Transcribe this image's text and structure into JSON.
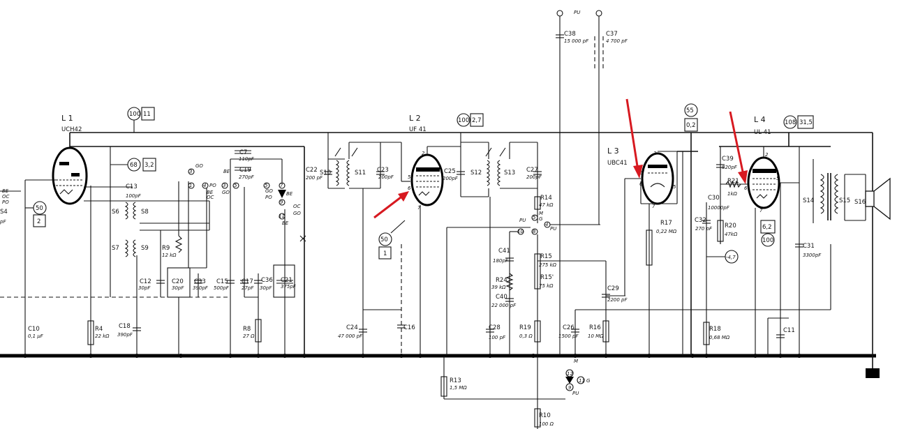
{
  "tubes": {
    "l1": {
      "name": "L 1",
      "type": "UCH42"
    },
    "l2": {
      "name": "L 2",
      "type": "UF 41"
    },
    "l3": {
      "name": "L 3",
      "type": "UBC41"
    },
    "l4": {
      "name": "L 4",
      "type": "UL 41"
    }
  },
  "bubbles": {
    "l1": {
      "volts": "100",
      "ma": "11"
    },
    "l1b": {
      "volts": "68",
      "ma": "3,2"
    },
    "l1c": {
      "volts": "50",
      "ma": "2"
    },
    "l2": {
      "volts": "100",
      "ma": "2,7"
    },
    "l2b": {
      "volts": "50",
      "ma": "1"
    },
    "l3": {
      "volts": "55",
      "ma": "0,2"
    },
    "l4": {
      "volts": "108",
      "ma": "31,5"
    },
    "l4b": {
      "volts": "6,2",
      "ma": "100"
    },
    "g47": "-4,7"
  },
  "pu_top": "PU",
  "components": [
    {
      "id": "C7",
      "val": "110pF"
    },
    {
      "id": "C19",
      "val": "270pF"
    },
    {
      "id": "C13",
      "val": "100pF"
    },
    {
      "id": "S6"
    },
    {
      "id": "S8"
    },
    {
      "id": "S7"
    },
    {
      "id": "S9"
    },
    {
      "id": "R9",
      "val": "12 kΩ"
    },
    {
      "id": "C12",
      "val": "30pF"
    },
    {
      "id": "C20",
      "val": "30pF"
    },
    {
      "id": "C33",
      "val": "390pF"
    },
    {
      "id": "C15",
      "val": "500pF"
    },
    {
      "id": "C17",
      "val": "27pF"
    },
    {
      "id": "C36",
      "val": "30pF"
    },
    {
      "id": "C21",
      "val": "375pF"
    },
    {
      "id": "C22",
      "val": "200 pF"
    },
    {
      "id": "S10"
    },
    {
      "id": "S11"
    },
    {
      "id": "C23",
      "val": "200pF"
    },
    {
      "id": "C25",
      "val": "200pF"
    },
    {
      "id": "S12"
    },
    {
      "id": "S13"
    },
    {
      "id": "C27",
      "val": "200pF"
    },
    {
      "id": "C38",
      "val": "15 000 pF"
    },
    {
      "id": "C37",
      "val": "4 700 pF"
    },
    {
      "id": "R14",
      "val": "47 kΩ"
    },
    {
      "id": "C41",
      "val": "180pF"
    },
    {
      "id": "R15",
      "val": "275 kΩ"
    },
    {
      "id": "R15'",
      "val": "75 kΩ"
    },
    {
      "id": "R24",
      "val": "39 kΩ"
    },
    {
      "id": "C40",
      "val": "22 000 pF"
    },
    {
      "id": "C29",
      "val": "2200 pF"
    },
    {
      "id": "R17",
      "val": "0,22 MΩ"
    },
    {
      "id": "C32",
      "val": "270 pF"
    },
    {
      "id": "C39",
      "val": "820pF"
    },
    {
      "id": "R21",
      "val": "1kΩ"
    },
    {
      "id": "C30",
      "val": "10000pF"
    },
    {
      "id": "R20",
      "val": "47kΩ"
    },
    {
      "id": "S14"
    },
    {
      "id": "S15"
    },
    {
      "id": "S16"
    },
    {
      "id": "C31",
      "val": "3300pF"
    },
    {
      "id": "C11"
    },
    {
      "id": "C10",
      "val": "0,1 µF"
    },
    {
      "id": "R4",
      "val": "22 kΩ"
    },
    {
      "id": "C18",
      "val": "390pF"
    },
    {
      "id": "R8",
      "val": "27 Ω"
    },
    {
      "id": "C24",
      "val": "47 000 pF"
    },
    {
      "id": "C16"
    },
    {
      "id": "C28",
      "val": "100 pF"
    },
    {
      "id": "R19",
      "val": "0,3 Ω"
    },
    {
      "id": "C26",
      "val": "1500 pF"
    },
    {
      "id": "R16",
      "val": "10 MΩ"
    },
    {
      "id": "R18",
      "val": "0,68 MΩ"
    },
    {
      "id": "R13",
      "val": "1,5 MΩ"
    },
    {
      "id": "R10",
      "val": "100 Ω"
    }
  ],
  "switch_labels": {
    "go1": "GO",
    "po1": "PO",
    "be1": "BE",
    "oc1": "OC",
    "be2": "BE",
    "oc2": "OC",
    "go2": "GO",
    "po2": "PO",
    "be3": "BE",
    "oc3": "OC",
    "go3": "GO",
    "be4": "BE",
    "left_be": "BE",
    "left_oc": "OC",
    "left_po": "PO",
    "pu1": "PU",
    "m": "M",
    "g": "G",
    "pu2": "PU",
    "g2": "G"
  },
  "edge_text": {
    "s4": "S4",
    "pf": "pF"
  },
  "pins": [
    "1",
    "2",
    "3",
    "4",
    "5",
    "6",
    "7",
    "8",
    "9",
    "10",
    "11",
    "12"
  ],
  "colors": {
    "ink": "#111111",
    "annotation_arrow": "#d71920"
  }
}
